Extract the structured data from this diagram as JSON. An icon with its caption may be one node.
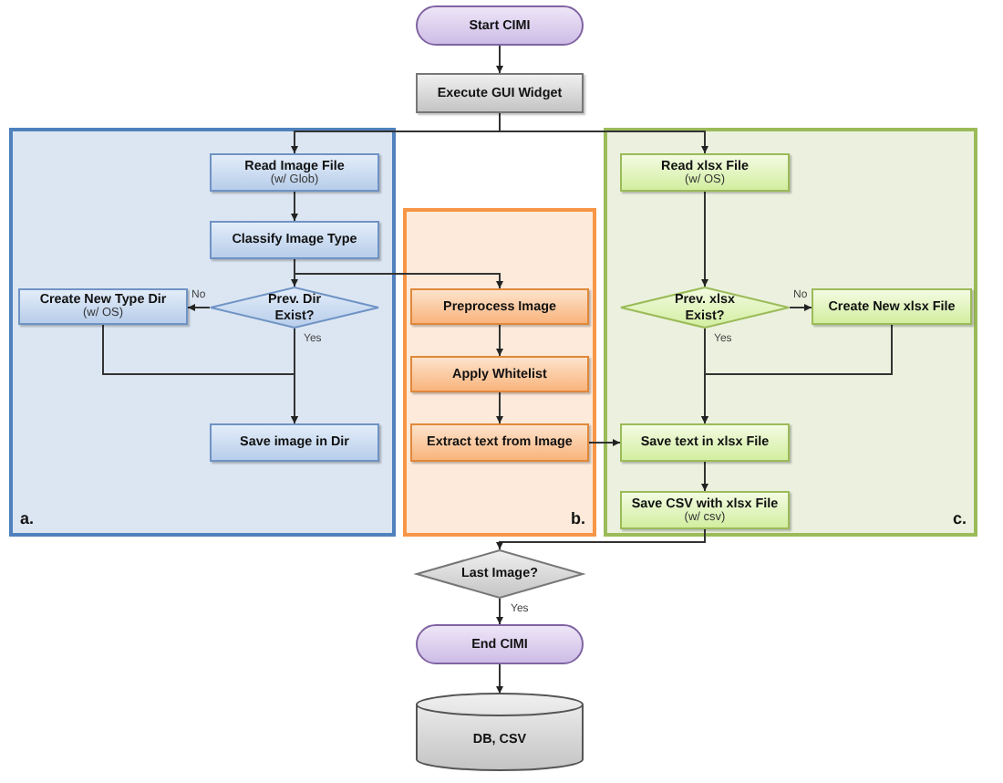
{
  "diagram": {
    "nodes": [
      {
        "text": [
          "Start CIMI"
        ]
      },
      {
        "text": [
          "Execute GUI Widget"
        ]
      },
      {
        "text": [
          "a."
        ]
      },
      {
        "text": [
          "Read Image File",
          "(w/ Glob)"
        ],
        "in": 2
      },
      {
        "text": [
          "Classify Image Type"
        ],
        "in": 2
      },
      {
        "text": [
          "Create New Type Dir",
          "(w/ OS)"
        ],
        "in": 2
      },
      {
        "text": [
          "Prev. Dir Exist?"
        ],
        "in": 2
      },
      {
        "text": [
          "Save image in Dir"
        ],
        "in": 2
      },
      {
        "text": [
          "b."
        ]
      },
      {
        "text": [
          "Preprocess Image"
        ],
        "in": 8
      },
      {
        "text": [
          "Apply Whitelist"
        ],
        "in": 8
      },
      {
        "text": [
          "Extract text from Image"
        ],
        "in": 8
      },
      {
        "text": [
          "c."
        ]
      },
      {
        "text": [
          "Read xlsx File",
          "(w/ OS)"
        ],
        "in": 12
      },
      {
        "text": [
          "Prev. xlsx Exist?"
        ],
        "in": 12
      },
      {
        "text": [
          "Create New xlsx File"
        ],
        "in": 12
      },
      {
        "text": [
          "Save text in xlsx File"
        ],
        "in": 12
      },
      {
        "text": [
          "Save CSV with xlsx File",
          "(w/ csv)"
        ],
        "in": 12
      },
      {
        "text": [
          "Last Image?"
        ]
      },
      {
        "text": [
          "End CIMI"
        ]
      },
      {
        "text": [
          "DB, CSV"
        ]
      }
    ],
    "edges": [
      {
        "from": 0,
        "to": 1,
        "arrow": "to"
      },
      {
        "from": 1,
        "to": 3,
        "arrow": "to"
      },
      {
        "from": 1,
        "to": 13,
        "arrow": "to"
      },
      {
        "from": 3,
        "to": 4,
        "arrow": "to"
      },
      {
        "from": 4,
        "to": 6,
        "arrow": "to"
      },
      {
        "from": 4,
        "to": 9,
        "arrow": "to"
      },
      {
        "from": 6,
        "to": 5,
        "arrow": "to",
        "label": "No"
      },
      {
        "from": 6,
        "to": 7,
        "arrow": "to",
        "label": "Yes"
      },
      {
        "from": 5,
        "to": 7,
        "arrow": "to"
      },
      {
        "from": 9,
        "to": 10,
        "arrow": "to"
      },
      {
        "from": 10,
        "to": 11,
        "arrow": "to"
      },
      {
        "from": 11,
        "to": 16,
        "arrow": "to"
      },
      {
        "from": 13,
        "to": 14,
        "arrow": "to"
      },
      {
        "from": 14,
        "to": 15,
        "arrow": "to",
        "label": "No"
      },
      {
        "from": 14,
        "to": 16,
        "arrow": "to",
        "label": "Yes"
      },
      {
        "from": 15,
        "to": 16,
        "arrow": "to"
      },
      {
        "from": 16,
        "to": 17,
        "arrow": "to"
      },
      {
        "from": 17,
        "to": 18,
        "arrow": "to"
      },
      {
        "from": 18,
        "to": 19,
        "arrow": "to",
        "label": "Yes"
      },
      {
        "from": 19,
        "to": 20,
        "arrow": "to"
      }
    ]
  }
}
